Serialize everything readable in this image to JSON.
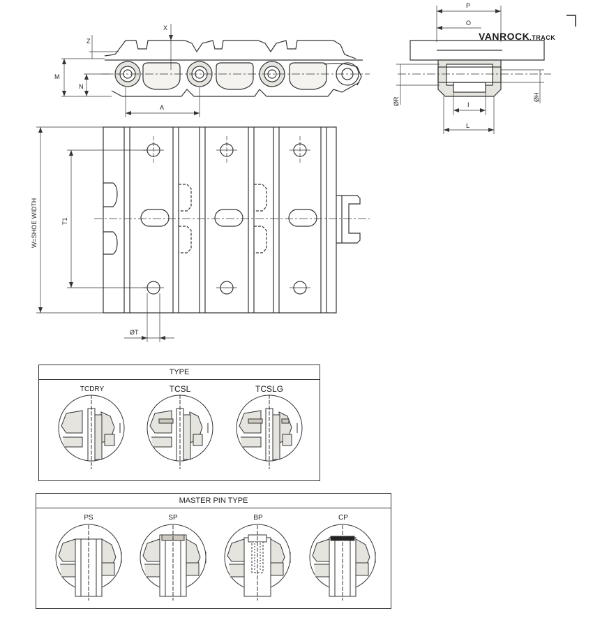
{
  "logo": {
    "main": "VANROCK",
    "suffix": ".TRACK"
  },
  "side_view_dims": {
    "z": "Z",
    "x": "X",
    "m": "M",
    "n": "N",
    "a": "A"
  },
  "end_view_dims": {
    "p": "P",
    "o": "O",
    "r": "ØR",
    "h": "ØH",
    "i": "I",
    "l": "L"
  },
  "plan_view_dims": {
    "w": "W=SHOE WIDTH",
    "t1": "T1",
    "t": "ØT"
  },
  "type_panel": {
    "title": "TYPE",
    "items": [
      "TCDRY",
      "TCSL",
      "TCSLG"
    ]
  },
  "master_pin_panel": {
    "title": "MASTER PIN TYPE",
    "items": [
      "PS",
      "SP",
      "BP",
      "CP"
    ]
  },
  "colors": {
    "line": "#333333",
    "fill": "#e6e4de",
    "dark": "#222222"
  }
}
